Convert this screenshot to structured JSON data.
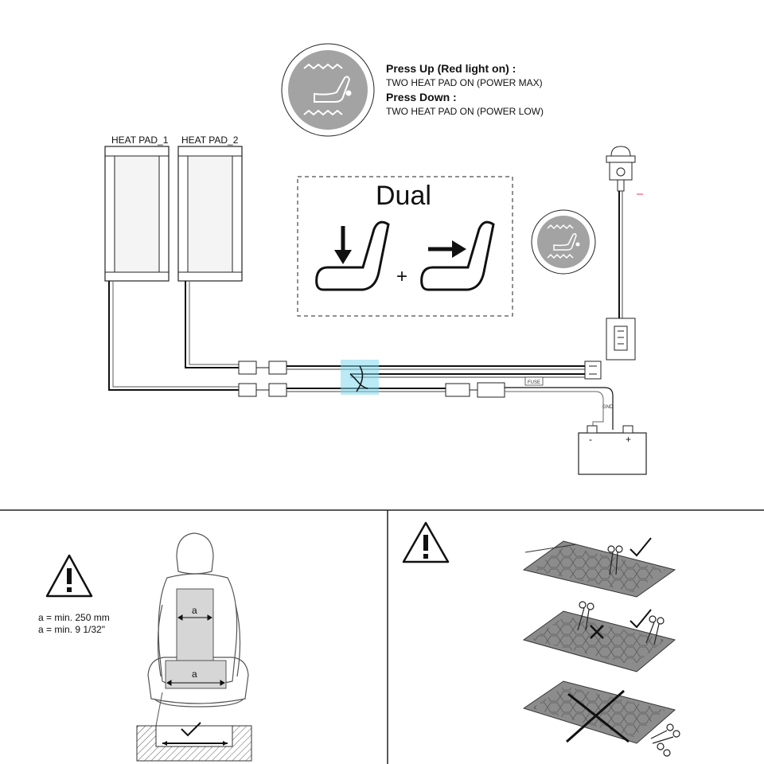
{
  "switch_info": {
    "press_up_title": "Press Up (Red light on) :",
    "press_up_text": "TWO HEAT PAD ON (POWER MAX)",
    "press_down_title": "Press Down :",
    "press_down_text": "TWO HEAT PAD ON (POWER LOW)"
  },
  "heat_pads": {
    "pad1_label": "HEAT PAD_1",
    "pad2_label": "HEAT PAD_2"
  },
  "dual_box": {
    "title": "Dual",
    "plus": "+"
  },
  "wiring": {
    "fuse_label": "FUSE",
    "gnd_label": "GND",
    "battery_minus": "-",
    "battery_plus": "+"
  },
  "seat_panel": {
    "measure_mm": "a = min. 250 mm",
    "measure_in": "a = min. 9 1/32\"",
    "dim_letter": "a"
  },
  "colors": {
    "line": "#111111",
    "switch_gray": "#a3a3a3",
    "highlight": "#7fd9ec",
    "pad_fill": "#f4f4f4",
    "mat_fill": "#8c8c8c"
  }
}
